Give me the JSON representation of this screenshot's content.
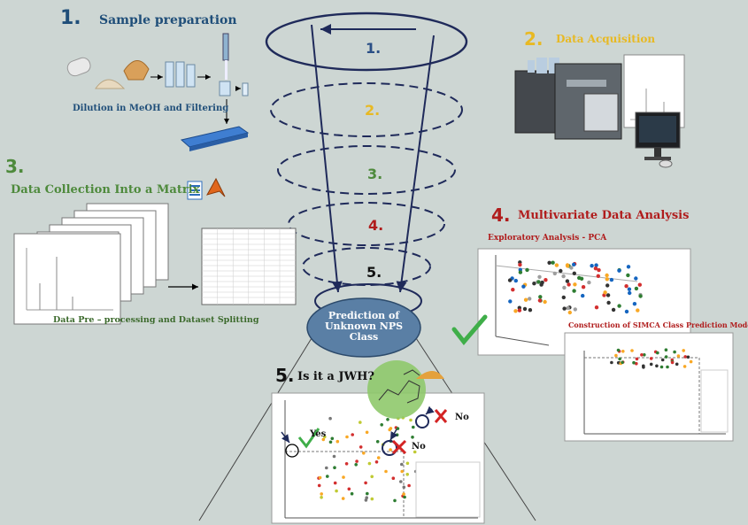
{
  "steps": {
    "s1": {
      "num": "1.",
      "title": "Sample preparation",
      "caption": "Dilution in MeOH and Filtering"
    },
    "s2": {
      "num": "2.",
      "title": "Data Acquisition"
    },
    "s3": {
      "num": "3.",
      "title": "Data Collection Into a Matrix",
      "caption": "Data Pre – processing and Dataset Splitting"
    },
    "s4": {
      "num": "4.",
      "title": "Multivariate Data Analysis",
      "sub_pca": "Exploratory Analysis - PCA",
      "sub_simca": "Construction of SIMCA Class Prediction Model"
    },
    "s5": {
      "num": "5.",
      "title": "Is it a JWH?",
      "yes": "Yes",
      "no1": "No",
      "no2": "No"
    }
  },
  "funnel": {
    "levels": [
      "1.",
      "2.",
      "3.",
      "4.",
      "5."
    ],
    "prediction": "Prediction of Unknown NPS Class",
    "prediction_lines": [
      "Prediction of",
      "Unknown NPS",
      "Class"
    ]
  },
  "colors": {
    "bg": "#cdd6d3",
    "blue": "#1f4e79",
    "gold": "#e8b923",
    "green": "#4e8a3c",
    "red": "#b01c1c",
    "node": "#5a7fa5",
    "check": "#3fae49"
  },
  "icons": [
    "pills-icon",
    "powder-icon",
    "vial-icon",
    "pipette-icon",
    "well-plate-icon",
    "hplc-instrument-icon",
    "monitor-icon",
    "excel-icon",
    "matlab-icon",
    "molecule-icon",
    "check-icon",
    "cross-icon"
  ]
}
